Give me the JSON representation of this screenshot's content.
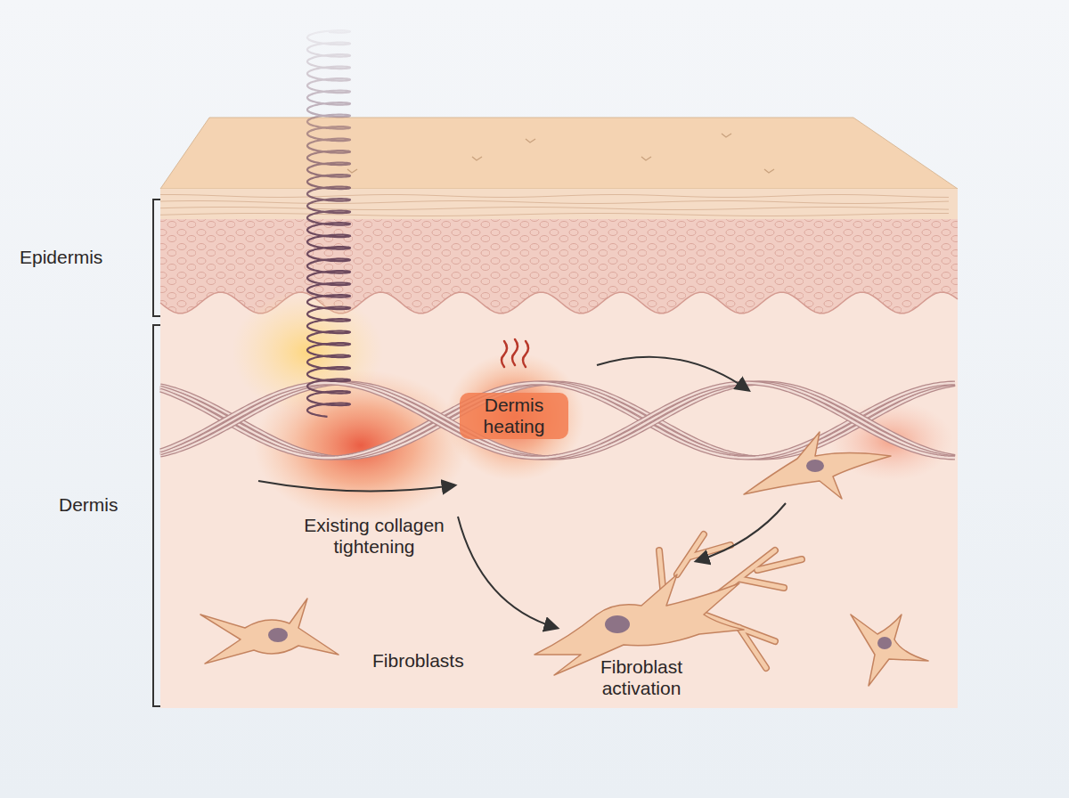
{
  "diagram": {
    "labels": [
      "Epidermis",
      "Dermis",
      "Dermis heating",
      "Existing collagen tightening",
      "Fibroblasts",
      "Fibroblast activation"
    ]
  }
}
